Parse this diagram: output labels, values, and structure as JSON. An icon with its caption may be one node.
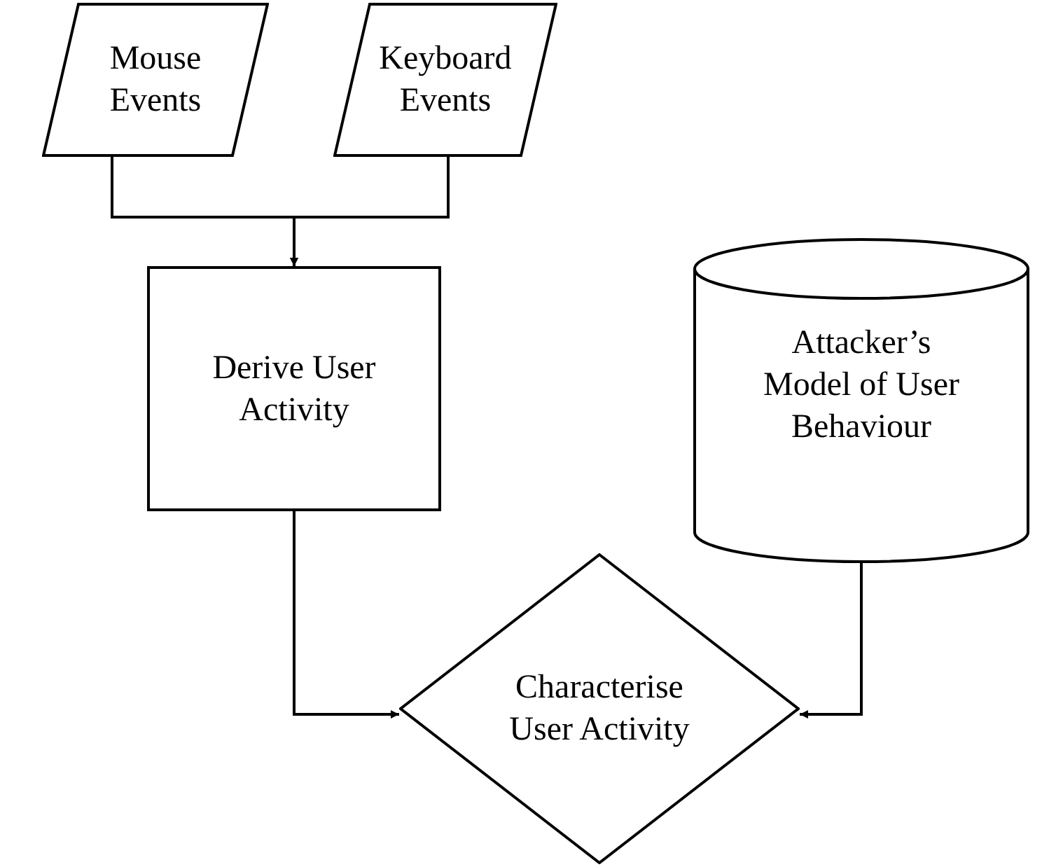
{
  "diagram": {
    "nodes": [
      {
        "text": [
          "Mouse Events"
        ]
      },
      {
        "text": [
          "Keyboard Events"
        ]
      },
      {
        "text": [
          "Derive User Activity"
        ]
      },
      {
        "text": [
          "Attacker’s Model of User Behaviour"
        ]
      },
      {
        "text": [
          "Characterise User Activity"
        ]
      }
    ],
    "edges": [
      {
        "from": 0,
        "to": 2,
        "arrow": "to"
      },
      {
        "from": 1,
        "to": 2,
        "arrow": "to"
      },
      {
        "from": 2,
        "to": 4,
        "arrow": "to"
      },
      {
        "from": 3,
        "to": 4,
        "arrow": "to"
      }
    ]
  }
}
